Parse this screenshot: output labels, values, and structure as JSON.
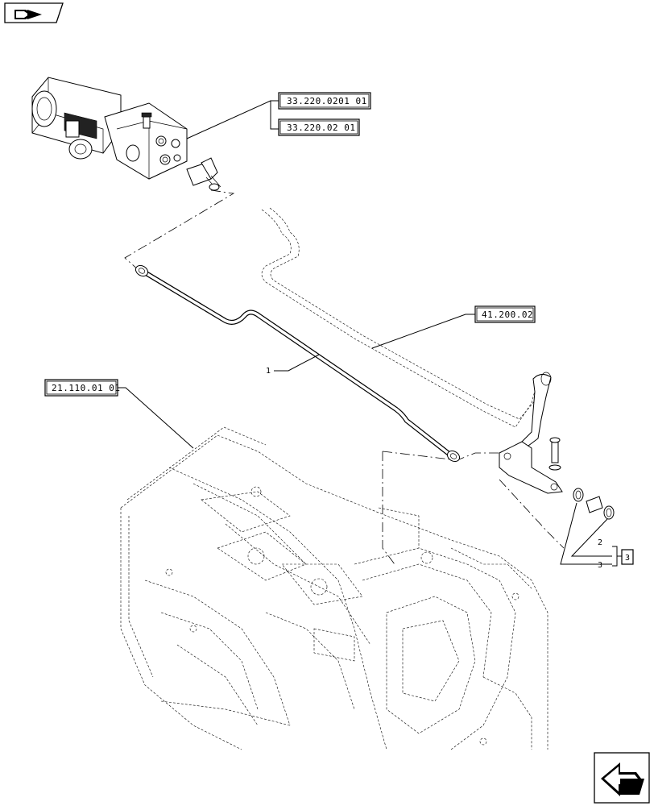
{
  "references": {
    "valve_ref_1": "33.220.0201 01",
    "valve_ref_2": "33.220.02 01",
    "pipe_ref": "41.200.02",
    "housing_ref": "21.110.01 01"
  },
  "callouts": {
    "item_1": "1",
    "item_2": "2",
    "item_3": "3",
    "item_3_box": "3"
  },
  "icons": {
    "top_left": "book-arrow-icon",
    "bottom_right": "next-page-arrow-icon"
  }
}
